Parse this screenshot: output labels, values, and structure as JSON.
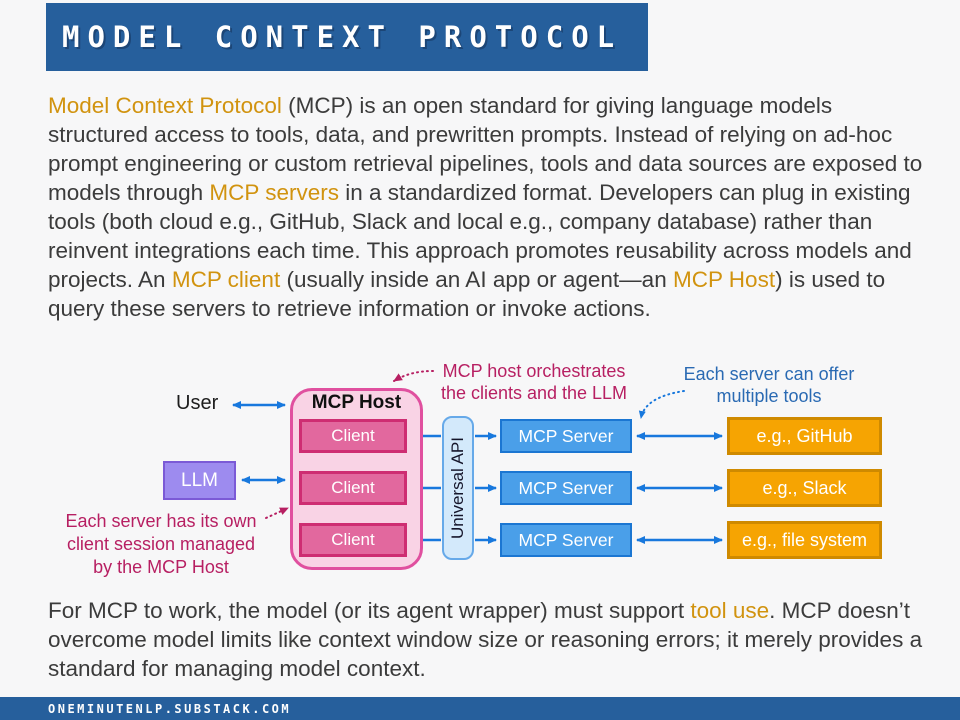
{
  "page": {
    "title": "MODEL CONTEXT PROTOCOL",
    "footer": "ONEMINUTENLP.SUBSTACK.COM"
  },
  "colors": {
    "bar_blue": "#265f9c",
    "accent_orange": "#d1930f",
    "annotation_magenta": "#b71f62",
    "annotation_blue": "#2a6ab3",
    "arrow_blue": "#1878dd",
    "host_pink_fill": "#f9d3e5",
    "host_pink_border": "#e0509f",
    "client_pink_fill": "#e2689e",
    "client_pink_border": "#ce2d72",
    "llm_purple_fill": "#9d8bef",
    "api_blue_fill": "#d3e9fb",
    "server_blue_fill": "#4a9fe9",
    "tool_orange_fill": "#f6a402"
  },
  "intro_paragraph": {
    "segments": [
      {
        "text": "Model Context Protocol",
        "highlight": true
      },
      {
        "text": " (MCP) is an open standard for giving language models structured access to tools, data, and prewritten prompts. Instead of relying on ad-hoc prompt engineering or custom retrieval pipelines, tools and data sources are exposed to models through ",
        "highlight": false
      },
      {
        "text": "MCP servers",
        "highlight": true
      },
      {
        "text": " in a standardized format. Developers can plug in existing tools (both cloud e.g., GitHub, Slack and local e.g., company database) rather than reinvent integrations each time. This approach promotes reusability across models and projects. An ",
        "highlight": false
      },
      {
        "text": "MCP client",
        "highlight": true
      },
      {
        "text": " (usually inside an AI app or agent—an ",
        "highlight": false
      },
      {
        "text": "MCP Host",
        "highlight": true
      },
      {
        "text": ") is used to query these servers to retrieve information or invoke actions.",
        "highlight": false
      }
    ]
  },
  "closing_paragraph": {
    "segments": [
      {
        "text": "For MCP to work, the model (or its agent wrapper) must support ",
        "highlight": false
      },
      {
        "text": "tool use",
        "highlight": true
      },
      {
        "text": ". MCP doesn’t overcome model limits like context window size or reasoning errors; it merely provides a standard for managing model context.",
        "highlight": false
      }
    ]
  },
  "diagram": {
    "user_label": "User",
    "llm_label": "LLM",
    "host_title": "MCP Host",
    "client_labels": [
      "Client",
      "Client",
      "Client"
    ],
    "api_label": "Universal API",
    "server_labels": [
      "MCP Server",
      "MCP Server",
      "MCP Server"
    ],
    "tool_labels": [
      "e.g., GitHub",
      "e.g., Slack",
      "e.g., file system"
    ],
    "notes": {
      "host_note_line1": "MCP host orchestrates",
      "host_note_line2": "the clients and the LLM",
      "tools_note_line1": "Each server can offer",
      "tools_note_line2": "multiple tools",
      "session_note_line1": "Each server has its own",
      "session_note_line2": "client session managed",
      "session_note_line3": "by the MCP Host"
    }
  }
}
